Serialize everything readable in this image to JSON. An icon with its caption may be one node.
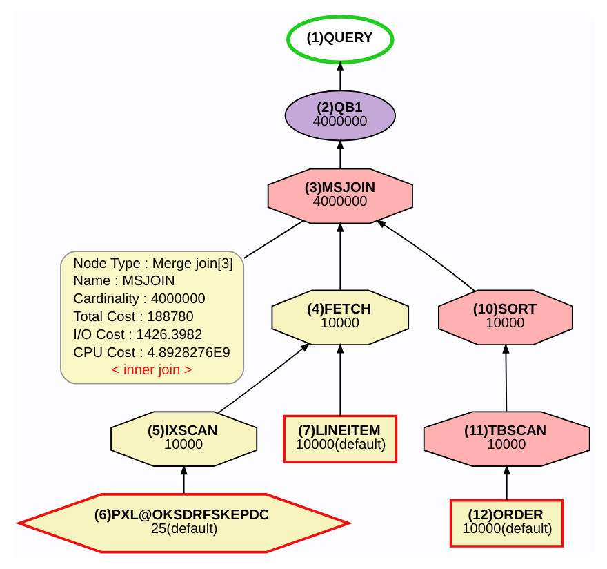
{
  "diagram": {
    "nodes": [
      {
        "text": [
          "(1)QUERY"
        ]
      },
      {
        "text": [
          "(2)QB1",
          "4000000"
        ]
      },
      {
        "text": [
          "(3)MSJOIN",
          "4000000"
        ]
      },
      {
        "text": [
          "Node Type : Merge join[3]",
          "Name : MSJOIN",
          "Cardinality : 4000000",
          "Total Cost : 188780",
          "I/O Cost : 1426.3982",
          "CPU Cost : 4.8928276E9",
          "< inner join >"
        ]
      },
      {
        "text": [
          "(4)FETCH",
          "10000"
        ]
      },
      {
        "text": [
          "(5)IXSCAN",
          "10000"
        ]
      },
      {
        "text": [
          "(7)LINEITEM",
          "10000(default)"
        ]
      },
      {
        "text": [
          "(6)PXL@OKSDRFSKEPDC",
          "25(default)"
        ]
      },
      {
        "text": [
          "(10)SORT",
          "10000"
        ]
      },
      {
        "text": [
          "(11)TBSCAN",
          "10000"
        ]
      },
      {
        "text": [
          "(12)ORDER",
          "10000(default)"
        ]
      }
    ],
    "edges": [
      {
        "from": 1,
        "to": 0,
        "arrow": "to"
      },
      {
        "from": 2,
        "to": 1,
        "arrow": "to"
      },
      {
        "from": 3,
        "to": 2,
        "arrow": "none"
      },
      {
        "from": 4,
        "to": 2,
        "arrow": "to"
      },
      {
        "from": 8,
        "to": 2,
        "arrow": "to"
      },
      {
        "from": 5,
        "to": 4,
        "arrow": "to"
      },
      {
        "from": 6,
        "to": 4,
        "arrow": "to"
      },
      {
        "from": 7,
        "to": 5,
        "arrow": "to"
      },
      {
        "from": 9,
        "to": 8,
        "arrow": "to"
      },
      {
        "from": 10,
        "to": 9,
        "arrow": "to"
      }
    ]
  }
}
